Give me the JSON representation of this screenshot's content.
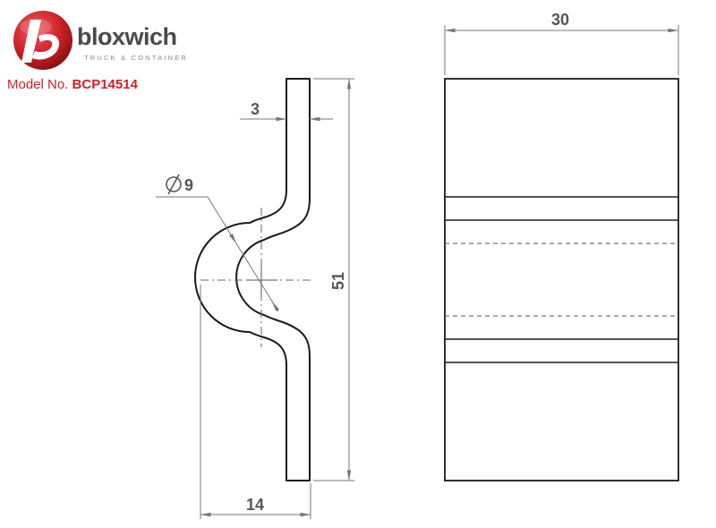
{
  "brand": {
    "name": "bloxwich",
    "tagline": "TRUCK & CONTAINER",
    "colors": {
      "primary": "#cc2229",
      "text": "#4a4a4a"
    }
  },
  "model": {
    "label": "Model No.",
    "number": "BCP14514"
  },
  "dimensions": {
    "thickness": "3",
    "diameter": "9",
    "height": "51",
    "depth": "14",
    "width": "30"
  }
}
